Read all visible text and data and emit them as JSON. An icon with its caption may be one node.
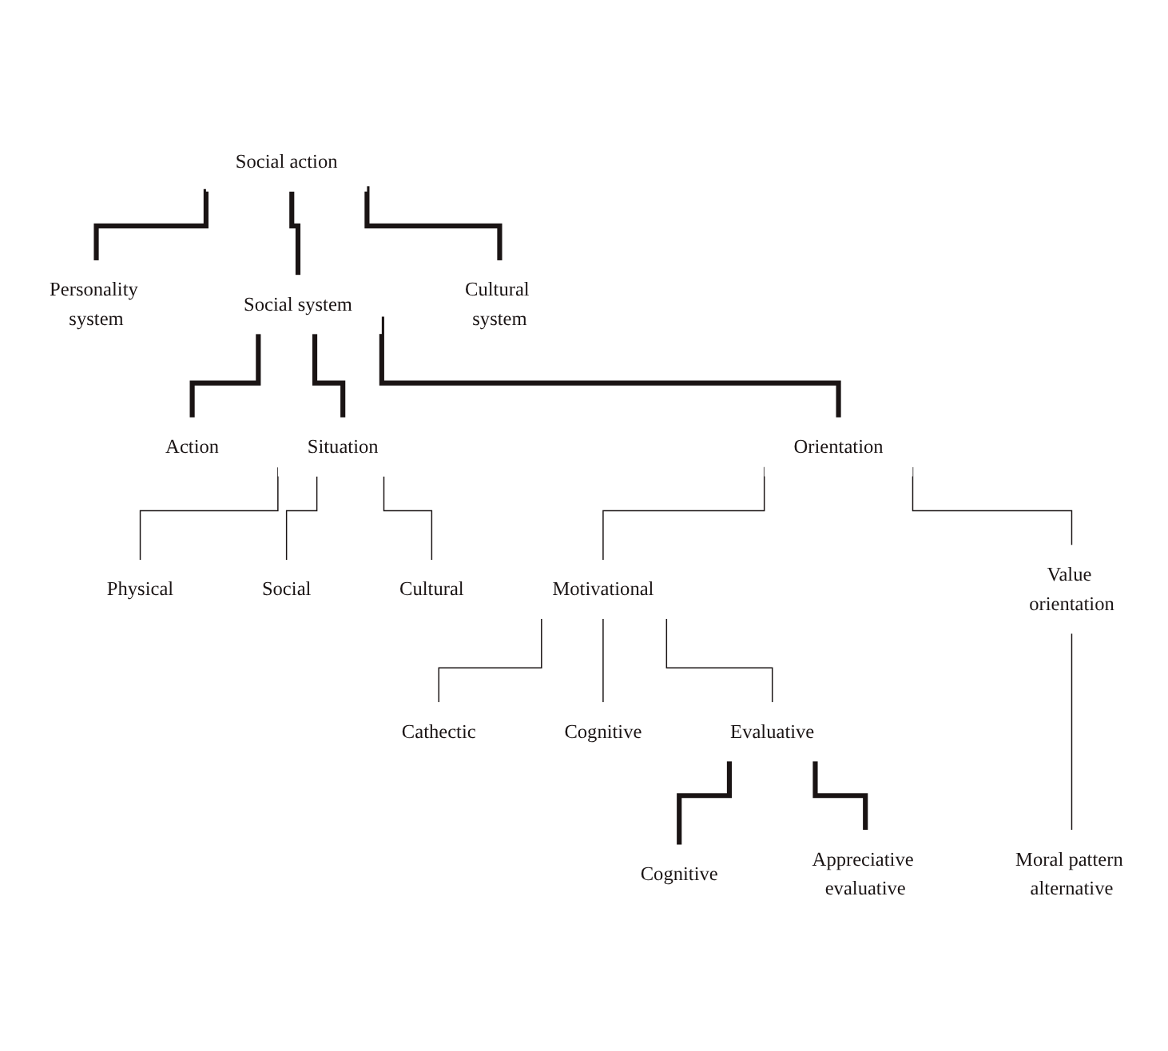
{
  "diagram": {
    "nodes": [
      {
        "text": [
          "Social action"
        ]
      },
      {
        "text": [
          "Personality system"
        ]
      },
      {
        "text": [
          "Social system"
        ]
      },
      {
        "text": [
          "Cultural system"
        ]
      },
      {
        "text": [
          "Action"
        ]
      },
      {
        "text": [
          "Situation"
        ]
      },
      {
        "text": [
          "Orientation"
        ]
      },
      {
        "text": [
          "Physical"
        ]
      },
      {
        "text": [
          "Social"
        ]
      },
      {
        "text": [
          "Cultural"
        ]
      },
      {
        "text": [
          "Motivational"
        ]
      },
      {
        "text": [
          "Value orientation"
        ]
      },
      {
        "text": [
          "Cathectic"
        ]
      },
      {
        "text": [
          "Cognitive"
        ]
      },
      {
        "text": [
          "Evaluative"
        ]
      },
      {
        "text": [
          "Cognitive"
        ]
      },
      {
        "text": [
          "Appreciative evaluative"
        ]
      },
      {
        "text": [
          "Moral pattern alternative"
        ]
      }
    ],
    "edges": [
      {
        "from": 0,
        "to": 1,
        "arrow": "none",
        "style": "thick"
      },
      {
        "from": 0,
        "to": 2,
        "arrow": "none",
        "style": "thick"
      },
      {
        "from": 0,
        "to": 3,
        "arrow": "none",
        "style": "thick"
      },
      {
        "from": 2,
        "to": 4,
        "arrow": "none",
        "style": "thick"
      },
      {
        "from": 2,
        "to": 5,
        "arrow": "none",
        "style": "thick"
      },
      {
        "from": 2,
        "to": 6,
        "arrow": "none",
        "style": "thick"
      },
      {
        "from": 5,
        "to": 7,
        "arrow": "none"
      },
      {
        "from": 5,
        "to": 8,
        "arrow": "none"
      },
      {
        "from": 5,
        "to": 9,
        "arrow": "none"
      },
      {
        "from": 6,
        "to": 10,
        "arrow": "none"
      },
      {
        "from": 6,
        "to": 11,
        "arrow": "none"
      },
      {
        "from": 10,
        "to": 12,
        "arrow": "none"
      },
      {
        "from": 10,
        "to": 13,
        "arrow": "none"
      },
      {
        "from": 10,
        "to": 14,
        "arrow": "none"
      },
      {
        "from": 11,
        "to": 17,
        "arrow": "none"
      },
      {
        "from": 14,
        "to": 15,
        "arrow": "none",
        "style": "thick"
      },
      {
        "from": 14,
        "to": 16,
        "arrow": "none",
        "style": "thick"
      }
    ]
  }
}
